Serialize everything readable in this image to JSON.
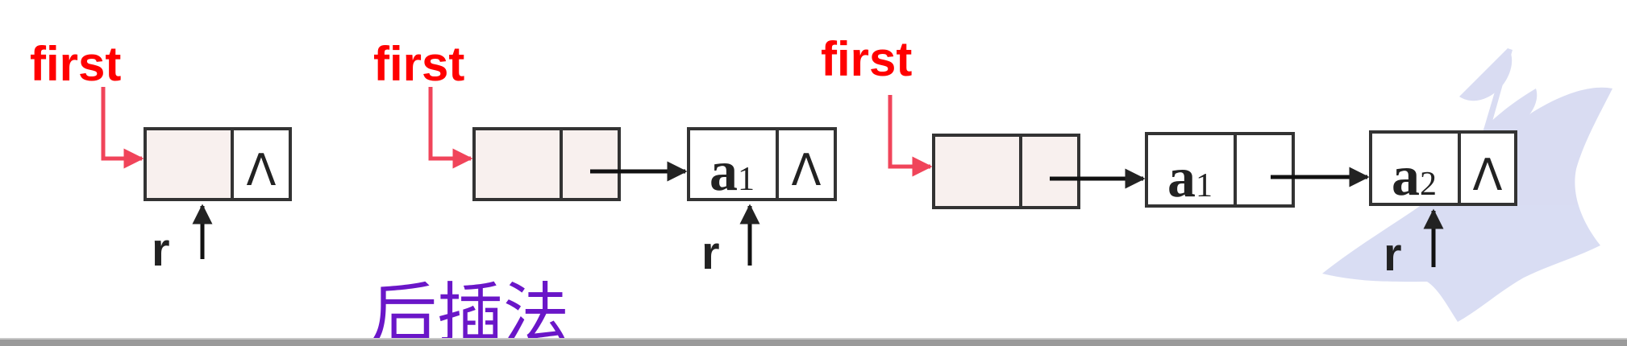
{
  "diagram": {
    "title": "后插法",
    "head_pointer_label": "first",
    "tail_pointer_label": "r",
    "null_symbol": "Λ",
    "element_base": "a",
    "element_subscripts": [
      "1",
      "2"
    ]
  },
  "colors": {
    "pointer_label": "#ff0000",
    "pointer_arrow": "#f0445a",
    "node_border": "#333333",
    "head_node_fill": "#f8f0ee",
    "title": "#6a16c8",
    "watermark": "#d7dbf2",
    "text": "#222222"
  }
}
